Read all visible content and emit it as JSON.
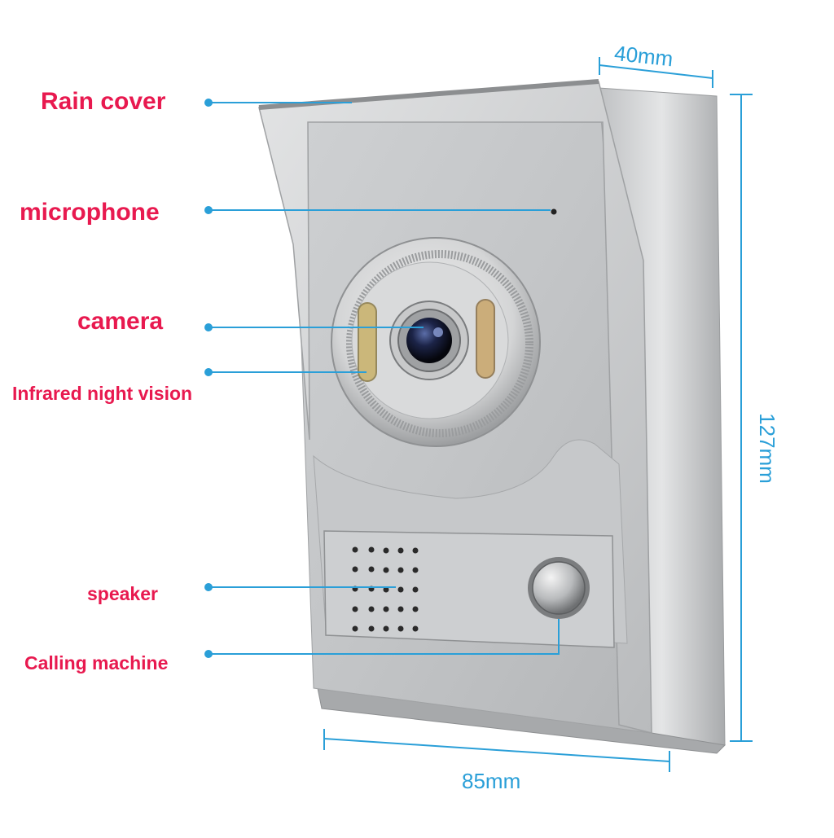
{
  "labels": {
    "rain_cover": "Rain cover",
    "microphone": "microphone",
    "camera": "camera",
    "infrared": "Infrared night vision",
    "speaker": "speaker",
    "calling": "Calling machine"
  },
  "dimensions": {
    "depth": "40mm",
    "height": "127mm",
    "width": "85mm"
  },
  "colors": {
    "label": "#e8194f",
    "leader": "#2a9fd8",
    "body": "#c9cbcd"
  }
}
